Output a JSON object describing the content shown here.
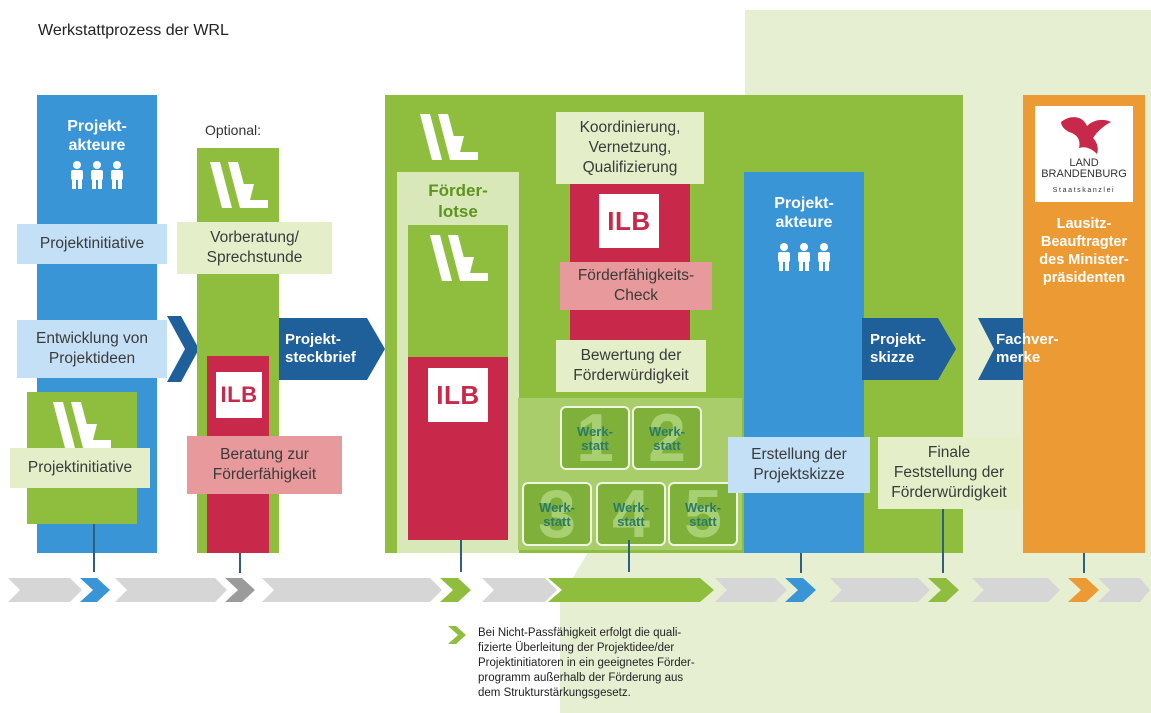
{
  "title": "Werkstattprozess der WRL",
  "col1": {
    "header": "Projekt-\nakteure",
    "label1": "Projektinitiative",
    "label2": "Entwicklung von\nProjektideen",
    "label3": "Projektinitiative"
  },
  "col2": {
    "optional": "Optional:",
    "label1": "Vorberatung/\nSprechstunde",
    "ilb": "ILB",
    "label2": "Beratung zur\nFörderfähigkeit"
  },
  "arrow1": "Projekt-\nsteckbrief",
  "big": {
    "foerderlotse": "Förder-\nlotse",
    "ilb": "ILB",
    "koord": "Koordinierung,\nVernetzung,\nQualifizierung",
    "ilb2": "ILB",
    "check": "Förderfähigkeits-\nCheck",
    "bewertung": "Bewertung der\nFörderwürdigkeit",
    "werkstatt": [
      {
        "num": "1",
        "label": "Werk-\nstatt"
      },
      {
        "num": "2",
        "label": "Werk-\nstatt"
      },
      {
        "num": "3",
        "label": "Werk-\nstatt"
      },
      {
        "num": "4",
        "label": "Werk-\nstatt"
      },
      {
        "num": "5",
        "label": "Werk-\nstatt"
      }
    ],
    "akteure": "Projekt-\nakteure",
    "erstellung": "Erstellung der\nProjektskizze",
    "final": "Finale\nFeststellung der\nFörderwürdigkeit"
  },
  "arrow2": "Projekt-\nskizze",
  "arrow3": "Fachver-\nmerke",
  "col_orange": {
    "logo_line1": "LAND",
    "logo_line2": "BRANDENBURG",
    "logo_line3": "Staatskanzlei",
    "text": "Lausitz-\nBeauftragter\ndes Minister-\npräsidenten"
  },
  "note": "Bei Nicht-Passfähigkeit erfolgt die quali-\nfizierte Überleitung  der Projektidee/der\nProjektinitiatoren in ein geeignetes Förder-\nprogramm außerhalb der Förderung aus\ndem Strukturstärkungsgesetz.",
  "colors": {
    "blue": "#3a95d6",
    "darkblue": "#1f5f9a",
    "green": "#8fbe3f",
    "red": "#c8284a",
    "orange": "#ec9a33",
    "lightgreen_bg": "#e6efd2"
  }
}
